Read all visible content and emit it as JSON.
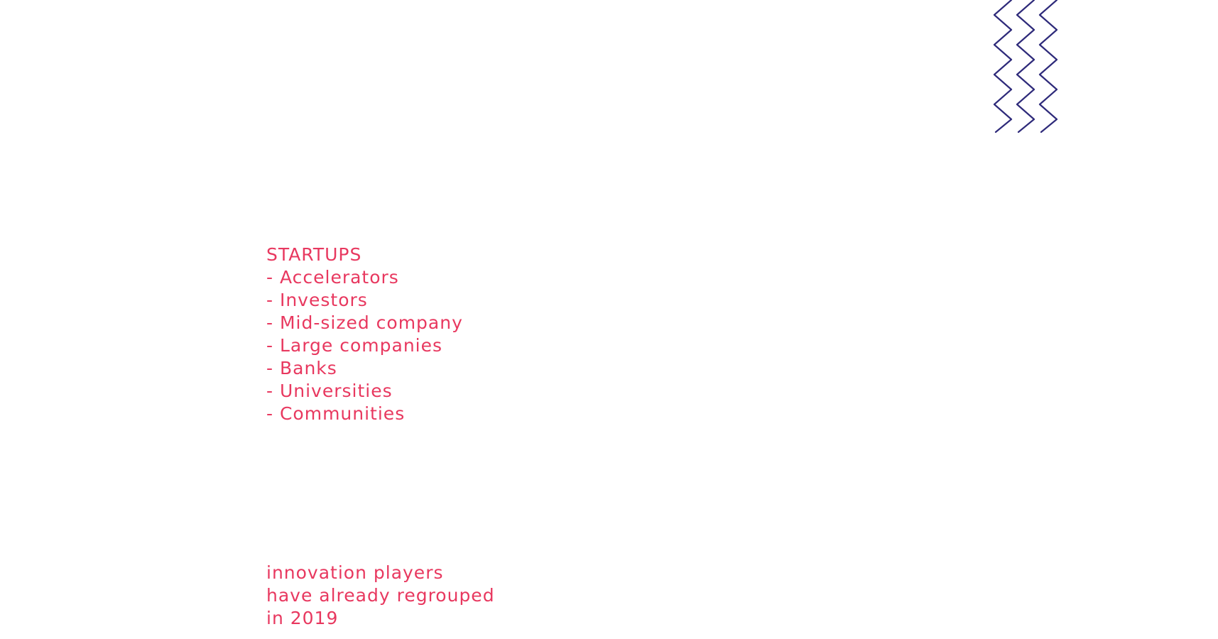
{
  "decoration": {
    "icon": "zigzag-lines-icon",
    "color": "#2e2a7a"
  },
  "players": {
    "heading": "STARTUPS",
    "items": [
      "- Accelerators",
      "- Investors",
      "- Mid-sized company",
      "- Large companies",
      "- Banks",
      "- Universities",
      "- Communities"
    ]
  },
  "tagline": {
    "lines": [
      "innovation players",
      "have already regrouped",
      "in 2019"
    ]
  },
  "colors": {
    "text": "#e8385f",
    "background": "#ffffff"
  }
}
